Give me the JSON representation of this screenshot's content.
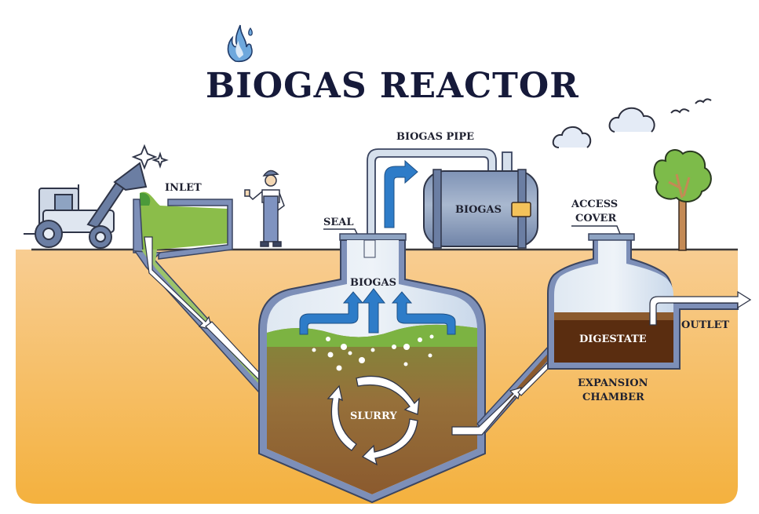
{
  "title": "BIOGAS REACTOR",
  "labels": {
    "inlet": "INLET",
    "biogas_pipe": "BIOGAS PIPE",
    "seal": "SEAL",
    "storage_tank": "BIOGAS",
    "access_cover_line1": "ACCESS",
    "access_cover_line2": "COVER",
    "digester_gas": "BIOGAS",
    "slurry": "SLURRY",
    "digestate": "DIGESTATE",
    "outlet": "OUTLET",
    "expansion_chamber_line1": "EXPANSION",
    "expansion_chamber_line2": "CHAMBER"
  },
  "icons": [
    "flame-logo-icon",
    "tractor-icon",
    "sparkle-icon",
    "worker-icon",
    "cloud-icon",
    "bird-icon",
    "tree-icon",
    "gas-tank-icon",
    "cycle-arrows-icon",
    "flow-arrow-icon"
  ],
  "colors": {
    "title": "#161a3a",
    "soil_top": "#f7c98a",
    "soil_bottom": "#f4b443",
    "pipe": "#7d8fb8",
    "pipe_outline": "#3b4560",
    "gas": "#d6e2ef",
    "gas_arrow": "#2e7cc8",
    "green_feed": "#7cb342",
    "slurry_top": "#8a8a3a",
    "slurry_bottom": "#8a5a2c",
    "digestate": "#5a2d10",
    "tank": "#8fa2c0"
  }
}
